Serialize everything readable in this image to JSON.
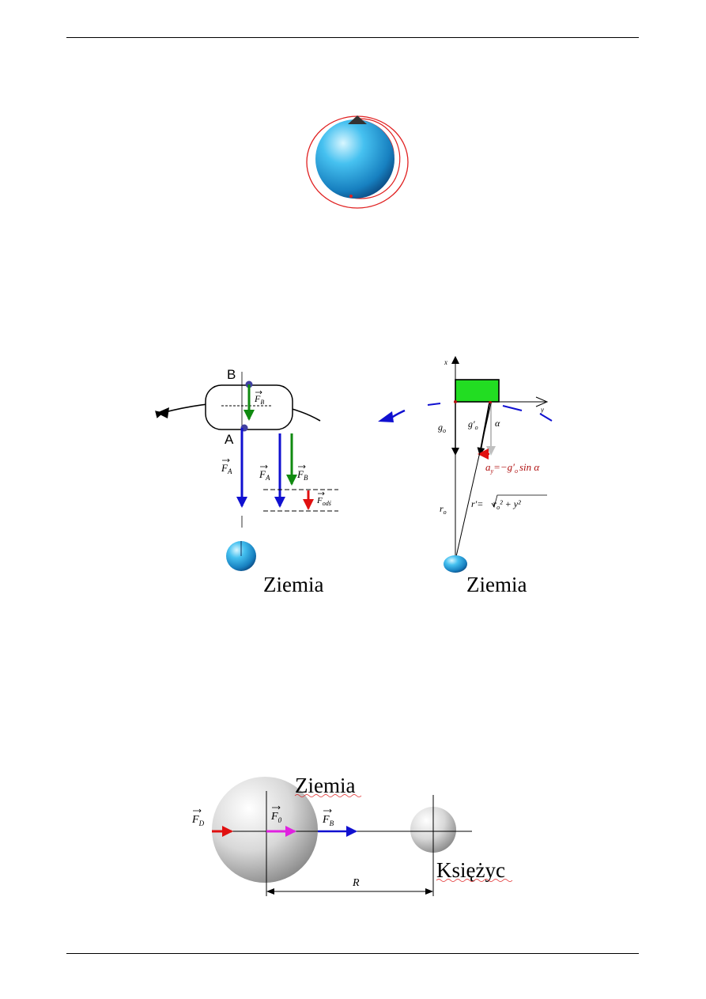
{
  "figure2": {
    "left": {
      "point_b": "B",
      "point_a": "A",
      "force_b": "F",
      "force_b_sub": "B",
      "force_a": "F",
      "force_a_sub": "A",
      "force_a2": "F",
      "force_a2_sub": "A",
      "force_b2": "F",
      "force_b2_sub": "B",
      "force_odsr": "F",
      "force_odsr_sub": "odś",
      "earth_label": "Ziemia"
    },
    "right": {
      "axis_x": "x",
      "axis_y": "y",
      "g0": "g",
      "g0_sub": "o",
      "g0_prime": "g′",
      "g0_prime_sub": "o",
      "alpha": "α",
      "ay_formula": "a",
      "ay_sub": "y",
      "ay_rhs": "=−g′",
      "ay_rhs_sub": "o",
      "ay_tail": "sin α",
      "r0": "r",
      "r0_sub": "o",
      "r_prime": "r′=",
      "r_prime_inner": "r",
      "r_prime_inner_sub": "o",
      "r_prime_inner_tail": "² + y²",
      "earth_label": "Ziemia"
    }
  },
  "figure3": {
    "earth_label": "Ziemia",
    "moon_label": "Księżyc",
    "force_d": "F",
    "force_d_sub": "D",
    "force_0": "F",
    "force_0_sub": "0",
    "force_b": "F",
    "force_b_sub": "B",
    "distance": "R"
  },
  "colors": {
    "earth_blue": "#1c9ad6",
    "orbit_red": "#e02020",
    "force_blue": "#1010d0",
    "force_green": "#108a10",
    "force_red": "#e01010",
    "force_magenta": "#e020e0",
    "box_green": "#22dd22",
    "formula_red": "#b01010",
    "gray_vector": "#c0c0c0"
  }
}
